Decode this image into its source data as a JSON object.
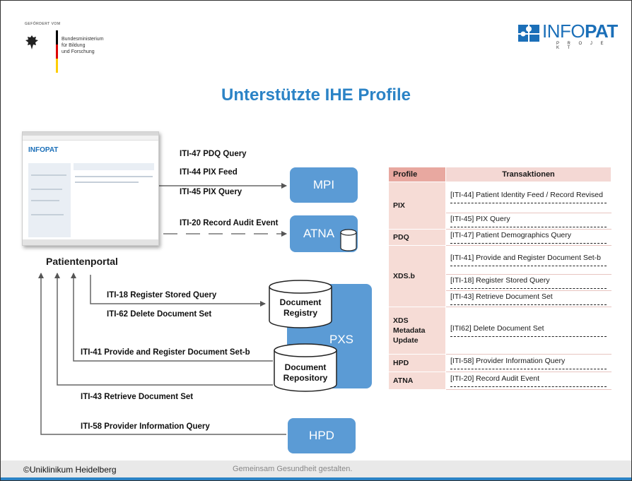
{
  "header": {
    "bmbf_top": "GEFÖRDERT VOM",
    "bmbf_lines": [
      "Bundesministerium",
      "für Bildung",
      "und Forschung"
    ],
    "infopat_word_regular": "INFO",
    "infopat_word_bold": "PAT",
    "infopat_sub": "P R O J E K T"
  },
  "title": "Unterstützte IHE Profile",
  "portal": {
    "label": "Patientenportal",
    "thumb_logo": "INFOPAT"
  },
  "nodes": {
    "mpi": "MPI",
    "atna": "ATNA",
    "pxs": "PXS",
    "hpd": "HPD",
    "registry": [
      "Document",
      "Registry"
    ],
    "repository": [
      "Document",
      "Repository"
    ]
  },
  "edges": {
    "iti47": "ITI-47 PDQ Query",
    "iti44": "ITI-44 PIX Feed",
    "iti45": "ITI-45 PIX Query",
    "iti20": "ITI-20 Record Audit Event",
    "iti18": "ITI-18 Register Stored Query",
    "iti62": "ITI-62 Delete Document Set",
    "iti41": "ITI-41 Provide and Register Document Set-b",
    "iti43": "ITI-43 Retrieve Document Set",
    "iti58": "ITI-58 Provider Information Query"
  },
  "table": {
    "headers": {
      "profile": "Profile",
      "transactions": "Transaktionen"
    },
    "rows": {
      "pix": {
        "profile": "PIX",
        "t1": "[ITI-44] Patient Identity Feed / Record Revised",
        "t2": "[ITI-45] PIX Query"
      },
      "pdq": {
        "profile": "PDQ",
        "t1": "[ITI-47] Patient Demographics Query"
      },
      "xds": {
        "profile": "XDS.b",
        "t1": "[ITI-41] Provide and Register Document Set-b",
        "t2": "[ITI-18] Register Stored Query",
        "t3": "[ITI-43] Retrieve Document Set"
      },
      "xdsmeta": {
        "profile": "XDS Metadata Update",
        "t1": "[ITI62] Delete Document Set"
      },
      "hpd": {
        "profile": "HPD",
        "t1": "[ITI-58] Provider Information Query"
      },
      "atna": {
        "profile": "ATNA",
        "t1": "[ITI-20] Record Audit Event"
      }
    }
  },
  "footer": {
    "left": "©Uniklinikum Heidelberg",
    "center": "Gemeinsam Gesundheit gestalten."
  },
  "colors": {
    "accent_blue": "#2b83c6",
    "node_blue": "#5b9bd5",
    "table_header": "#e8a8a0",
    "table_profile": "#f6dcd6"
  }
}
